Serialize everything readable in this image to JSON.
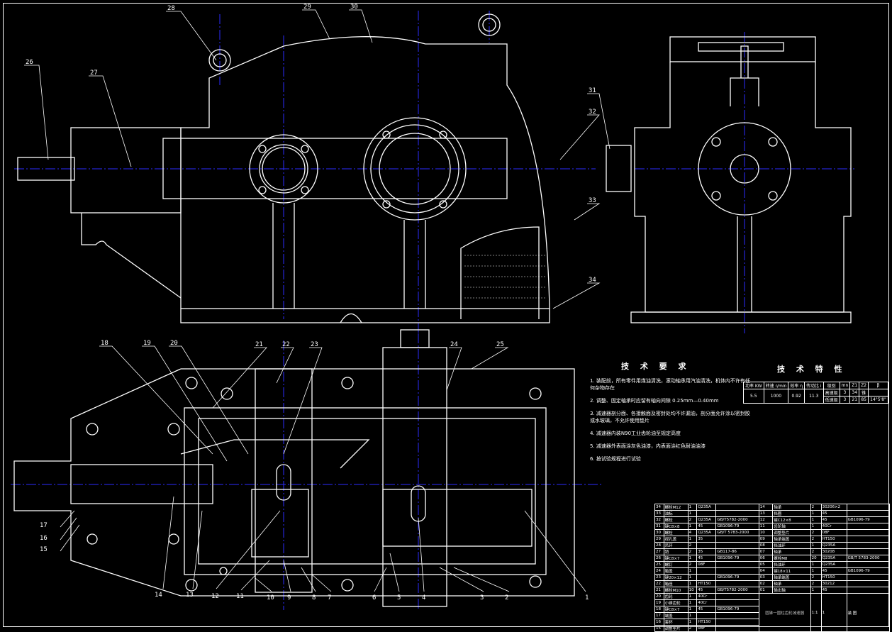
{
  "callouts": [
    "1",
    "2",
    "3",
    "4",
    "5",
    "6",
    "7",
    "8",
    "9",
    "10",
    "11",
    "12",
    "13",
    "14",
    "15",
    "16",
    "17",
    "18",
    "19",
    "20",
    "21",
    "22",
    "23",
    "24",
    "25",
    "26",
    "27",
    "28",
    "29",
    "30",
    "31",
    "32",
    "33",
    "34"
  ],
  "requirements": {
    "title": "技 术 要 求",
    "items": [
      "1. 装配前，所有零件用煤油清洗，滚动轴承用汽油清洗，机体内不许有任何杂物存在",
      "2. 调整、固定轴承时应留有轴向间隙 0.25mm—0.40mm",
      "3. 减速器剖分面、各接触面及密封处均不许漏油，剖分面允许涂以密封胶或水玻璃，不允许使用垫片",
      "4. 减速器内装N90工业齿轮油至规定高度",
      "5. 减速器外表面涂灰色油漆，内表面涂红色耐油油漆",
      "6. 按试验规程进行试验"
    ]
  },
  "specs": {
    "title": "技 术 特 性",
    "headers": [
      "功率 KW",
      "转速 r/min",
      "效率 η",
      "传动比 i",
      "级别",
      "mn",
      "Z1",
      "Z2",
      "β"
    ],
    "power": "5.5",
    "speed": "1000",
    "efficiency": "0.92",
    "ratio": "11.3",
    "stages": [
      [
        "高速级",
        "3",
        "34",
        "锥",
        ""
      ],
      [
        "低速级",
        "3",
        "21",
        "85",
        "14°5'8\""
      ]
    ]
  },
  "parts": {
    "left": [
      [
        "34",
        "螺栓M12",
        "1",
        "Q235A",
        ""
      ],
      [
        "33",
        "油标",
        "1",
        "",
        ""
      ],
      [
        "32",
        "螺栓",
        "2",
        "Q235A",
        "GB/T5782-2000"
      ],
      [
        "31",
        "键C8×8",
        "1",
        "45",
        "GB1096-79"
      ],
      [
        "30",
        "螺栓",
        "4",
        "Q235A",
        "GB/T 5783-2000"
      ],
      [
        "29",
        "视孔盖",
        "1",
        "35",
        ""
      ],
      [
        "28",
        "吊环",
        "2",
        "",
        ""
      ],
      [
        "27",
        "销",
        "2",
        "35",
        "GB117-86"
      ],
      [
        "26",
        "键C8×7",
        "1",
        "45",
        "GB1096-79"
      ],
      [
        "25",
        "螺钉",
        "2",
        "08F",
        ""
      ],
      [
        "24",
        "箱盖",
        "1",
        "",
        ""
      ],
      [
        "23",
        "键20×12",
        "1",
        "",
        "GB1096-79"
      ],
      [
        "22",
        "箱座",
        "1",
        "HT150",
        ""
      ],
      [
        "21",
        "螺栓M10",
        "10",
        "45",
        "GB/T5782-2000"
      ],
      [
        "20",
        "齿轮",
        "1",
        "40Cr",
        ""
      ],
      [
        "19",
        "小锥齿轮",
        "1",
        "40Cr",
        ""
      ],
      [
        "18",
        "键C8×7",
        "1",
        "45",
        "GB1096-79"
      ],
      [
        "17",
        "端盖",
        "1",
        "",
        ""
      ],
      [
        "16",
        "套杯",
        "1",
        "HT150",
        ""
      ],
      [
        "15",
        "调整垫片",
        "2",
        "08F",
        ""
      ]
    ],
    "right": [
      [
        "14",
        "轴承",
        "2",
        "30206×2",
        ""
      ],
      [
        "13",
        "挡圈",
        "1",
        "45",
        ""
      ],
      [
        "12",
        "键C12×8",
        "1",
        "45",
        "GB1096-79"
      ],
      [
        "11",
        "齿轮轴",
        "1",
        "40Cr",
        ""
      ],
      [
        "10",
        "调整垫片",
        "2",
        "08F",
        ""
      ],
      [
        "09",
        "轴承端盖",
        "2",
        "HT150",
        ""
      ],
      [
        "08",
        "挡油环",
        "1",
        "Q235A",
        ""
      ],
      [
        "07",
        "轴承",
        "2",
        "30208",
        ""
      ],
      [
        "06",
        "螺栓M8",
        "20",
        "Q235A",
        "GB/T 5783-2000"
      ],
      [
        "05",
        "挡油环",
        "1",
        "Q235A",
        ""
      ],
      [
        "04",
        "键18×11",
        "1",
        "45",
        "GB1096-79"
      ],
      [
        "03",
        "轴承端盖",
        "2",
        "HT150",
        ""
      ],
      [
        "02",
        "轴承",
        "2",
        "30212",
        ""
      ],
      [
        "01",
        "输出轴",
        "1",
        "45",
        ""
      ]
    ],
    "title": "圆锥一圆柱齿轮减速器",
    "scale": "1:1",
    "qty": "1",
    "drawing": "装 图"
  }
}
